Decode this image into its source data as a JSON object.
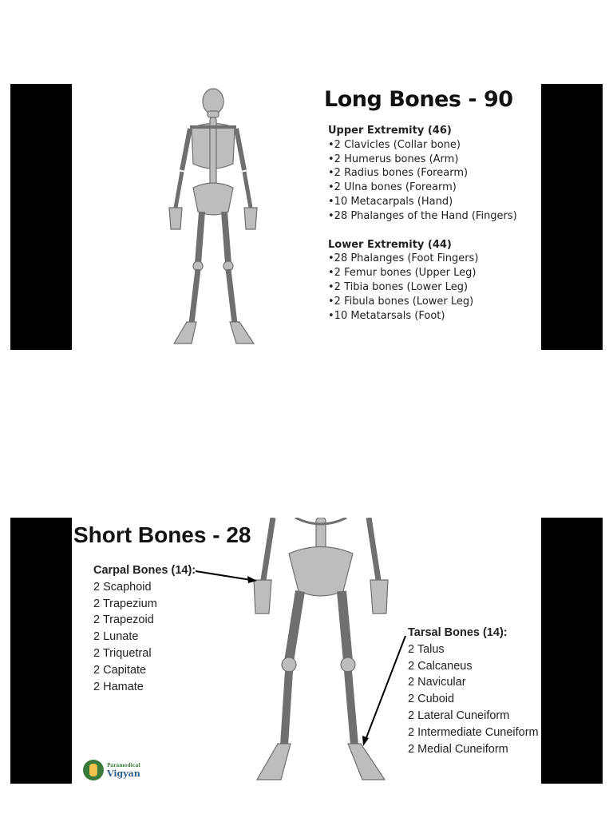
{
  "slide1": {
    "title": "Long Bones - 90",
    "upper_heading": "Upper Extremity (46)",
    "upper_items": [
      "•2 Clavicles (Collar bone)",
      "•2 Humerus bones (Arm)",
      "•2 Radius bones (Forearm)",
      "•2 Ulna bones (Forearm)",
      "•10 Metacarpals (Hand)",
      "•28 Phalanges of the Hand (Fingers)"
    ],
    "lower_heading": "Lower Extremity (44)",
    "lower_items": [
      "•28 Phalanges (Foot Fingers)",
      "•2 Femur bones (Upper Leg)",
      "•2 Tibia bones (Lower Leg)",
      "•2 Fibula bones (Lower Leg)",
      "•10 Metatarsals (Foot)"
    ]
  },
  "slide2": {
    "title": "Short Bones - 28",
    "carpal_heading": "Carpal Bones (14):",
    "carpal_items": [
      "2 Scaphoid",
      "2 Trapezium",
      "2 Trapezoid",
      "2 Lunate",
      "2 Triquetral",
      "2 Capitate",
      "2 Hamate"
    ],
    "tarsal_heading": "Tarsal Bones (14):",
    "tarsal_items": [
      "2 Talus",
      "2 Calcaneus",
      "2 Navicular",
      "2 Cuboid",
      "2 Lateral Cuneiform",
      "2 Intermediate Cuneiform",
      "2 Medial Cuneiform"
    ],
    "logo_small": "Paramedical",
    "logo_big": "Vigyan"
  },
  "colors": {
    "slide_border": "#000000",
    "bone": "#b9b9b9",
    "bone_dark": "#6f6f6f",
    "logo_green": "#3a7a3a",
    "logo_blue": "#2d5f8a"
  },
  "icons": [
    "skeleton-illustration",
    "pointer-arrow",
    "logo-icon"
  ]
}
